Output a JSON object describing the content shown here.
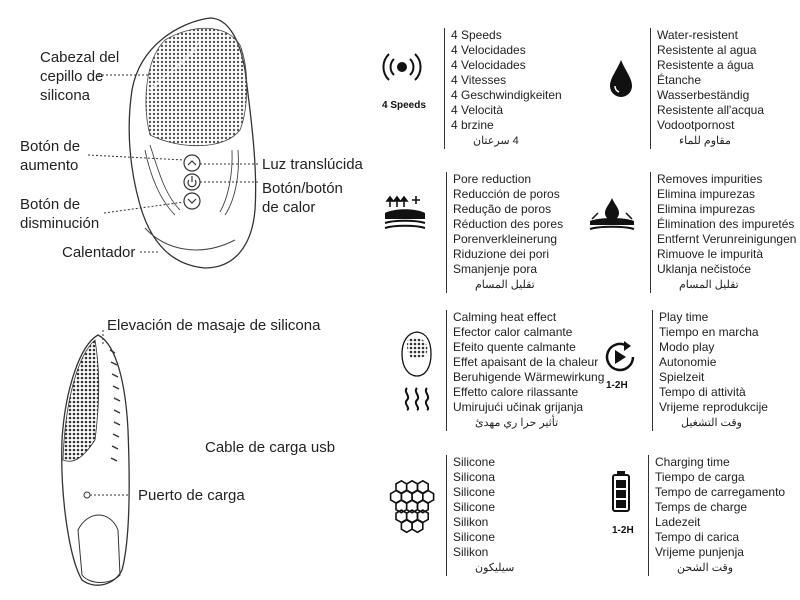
{
  "device_labels": {
    "silicone_head": [
      "Cabezal del",
      "cepillo de",
      "silicona"
    ],
    "increase_button": [
      "Botón de",
      "aumento"
    ],
    "decrease_button": [
      "Botón de",
      "disminución"
    ],
    "heater": "Calentador",
    "translucent_light": "Luz translúcida",
    "heat_button": [
      "Botón/botón",
      "de calor"
    ],
    "massage_elevation": "Elevación de masaje de silicona",
    "usb_cable": "Cable de carga usb",
    "charging_port": "Puerto de carga"
  },
  "features": {
    "speeds": {
      "icon": "vibration-icon",
      "caption": "4 Speeds",
      "lines": [
        "4 Speeds",
        "4 Velocidades",
        "4 Velocidades",
        "4 Vitesses",
        "4 Geschwindigkeiten",
        "4 Velocità",
        "4 brzine"
      ],
      "arabic": "4 سرعتان"
    },
    "water": {
      "icon": "water-drop-icon",
      "lines": [
        "Water-resistent",
        "Resistente al agua",
        "Resistente a água",
        "Étanche",
        "Wasserbeständig",
        "Resistente all'acqua",
        "Vodootpornost"
      ],
      "arabic": "مقاوم للماء"
    },
    "pores": {
      "icon": "pore-reduction-icon",
      "lines": [
        "Pore reduction",
        "Reducción de poros",
        "Redução de poros",
        "Réduction des pores",
        "Porenverkleinerung",
        "Riduzione dei pori",
        "Smanjenje pora"
      ],
      "arabic": "تقليل المسام"
    },
    "impurities": {
      "icon": "impurities-icon",
      "lines": [
        "Removes impurities",
        "Elimina impurezas",
        "Elimina impurezas",
        "Élimination des impuretés",
        "Entfernt Verunreinigungen",
        "Rimuove le impurità",
        "Uklanja nečistoće"
      ],
      "arabic": "تقليل المسام"
    },
    "heat": {
      "icon": "heat-icon",
      "lines": [
        "Calming heat effect",
        "Efector calor calmante",
        "Efeito quente calmante",
        "Effet apaisant de la chaleur",
        "Beruhigende Wärmewirkung",
        "Effetto calore rilassante",
        "Umirujući učinak grijanja"
      ],
      "arabic": "تأثير حرا ري مهدئ"
    },
    "play": {
      "icon": "play-icon",
      "caption": "1-2H",
      "lines": [
        "Play time",
        "Tiempo en marcha",
        "Modo play",
        "Autonomie",
        "Spielzeit",
        "Tempo di attività",
        "Vrijeme reprodukcije"
      ],
      "arabic": "وقت التشغيل"
    },
    "silicone": {
      "icon": "honeycomb-icon",
      "lines": [
        "Silicone",
        "Silicona",
        "Silicone",
        "Silicone",
        "Silikon",
        "Silicone",
        "Silikon"
      ],
      "arabic": "سيليكون"
    },
    "charging": {
      "icon": "battery-icon",
      "caption": "1-2H",
      "lines": [
        "Charging time",
        "Tiempo de carga",
        "Tempo de carregamento",
        "Temps de charge",
        "Ladezeit",
        "Tempo di carica",
        "Vrijeme punjenja"
      ],
      "arabic": "وقت الشحن"
    }
  }
}
